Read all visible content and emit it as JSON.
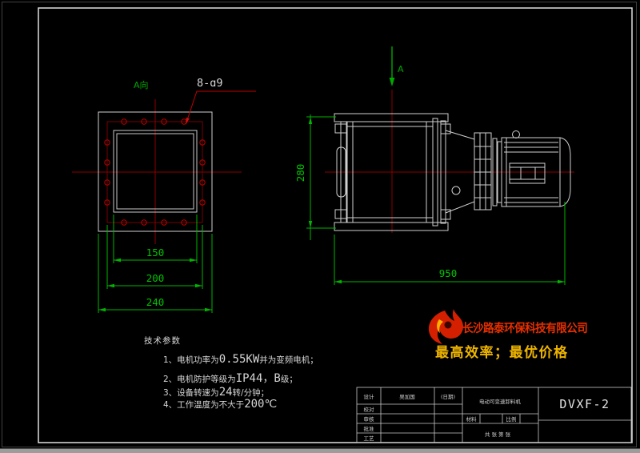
{
  "colors": {
    "background": "#000000",
    "frame": "#e0e0e0",
    "geometry": "#cfcfcf",
    "centerline_red": "#8c0000",
    "feature_red": "#bb0000",
    "dimension_green": "#00b400",
    "label_green": "#00a800",
    "text_white": "#d8d8d8",
    "company_red": "#e83000",
    "slogan_yellow": "#eeb400"
  },
  "front_view": {
    "direction_label": "A向",
    "hole_callout": "8-ɑ9",
    "dim_inner": "150",
    "dim_bolt": "200",
    "dim_outer": "240"
  },
  "side_view": {
    "section_label": "A",
    "dim_height": "280",
    "dim_length": "950"
  },
  "tech_params": {
    "heading": "技术参数",
    "items": [
      {
        "pre": "1、电机功率为",
        "big": "0.55KW",
        "post": "并为变频电机；"
      },
      {
        "pre": "2、电机防护等级为",
        "big": "IP44，B",
        "post": "级；"
      },
      {
        "pre": "3、设备转速为",
        "big": "24",
        "post": "转/分钟；"
      },
      {
        "pre": "4、工作温度为不大于",
        "big": "200℃",
        "post": ""
      }
    ]
  },
  "branding": {
    "company": "长沙路泰环保科技有限公司",
    "slogan": "最高效率；最优价格"
  },
  "title_block": {
    "row_labels": [
      "设计",
      "校对",
      "审核",
      "批准",
      "工艺"
    ],
    "designer": "吴加国",
    "date_hint": "(日期)",
    "product_name": "电动可变速卸料机",
    "material_label": "材料",
    "scale_label": "比例",
    "sheet_info": "共 张 第 张",
    "model": "DVXF-2"
  }
}
